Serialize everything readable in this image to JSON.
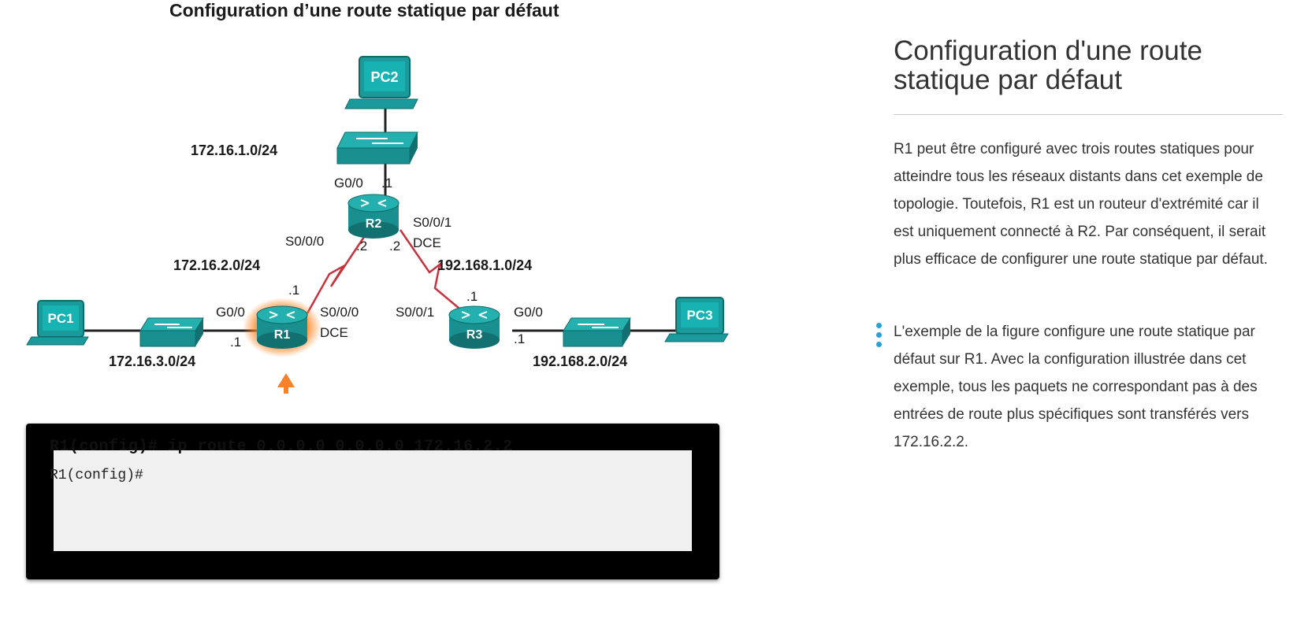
{
  "figure": {
    "title": "Configuration d’une route statique par défaut",
    "devices": {
      "pc1": "PC1",
      "pc2": "PC2",
      "pc3": "PC3",
      "r1": "R1",
      "r2": "R2",
      "r3": "R3"
    },
    "networks": {
      "n1": "172.16.1.0/24",
      "n2": "172.16.2.0/24",
      "n3": "172.16.3.0/24",
      "n4": "192.168.1.0/24",
      "n5": "192.168.2.0/24"
    },
    "interfaces": {
      "r2_g00": "G0/0",
      "r2_g00_ip": ".1",
      "r2_s000": "S0/0/0",
      "r2_s000_ip": ".2",
      "r2_s001": "S0/0/1",
      "r2_s001_ip": ".2",
      "r2_dce": "DCE",
      "r1_s000_ip": ".1",
      "r1_g00": "G0/0",
      "r1_g00_ip": ".1",
      "r1_s000": "S0/0/0",
      "r1_dce": "DCE",
      "r3_s001": "S0/0/1",
      "r3_s001_ip": ".1",
      "r3_g00": "G0/0",
      "r3_g00_ip": ".1"
    },
    "colors": {
      "device": "#1a9a9a",
      "serial": "#c8323c",
      "highlight": "#ff7f1a",
      "arrow": "#f5822a"
    }
  },
  "terminal": {
    "line1": "R1(config)# ip route 0.0.0.0 0.0.0.0 172.16.2.2",
    "line2": "R1(config)#"
  },
  "panel": {
    "title": "Configuration d'une route statique par défaut",
    "paragraph1": "R1 peut être configuré avec trois routes statiques pour atteindre tous les réseaux distants dans cet exemple de topologie. Toutefois, R1 est un routeur d'extrémité car il est uniquement connecté à R2. Par conséquent, il serait plus efficace de configurer une route statique par défaut.",
    "paragraph2": "L'exemple de la figure configure une route statique par défaut sur R1. Avec la configuration illustrée dans cet exemple, tous les paquets ne correspondant pas à des entrées de route plus spécifiques sont transférés vers 172.16.2.2."
  }
}
